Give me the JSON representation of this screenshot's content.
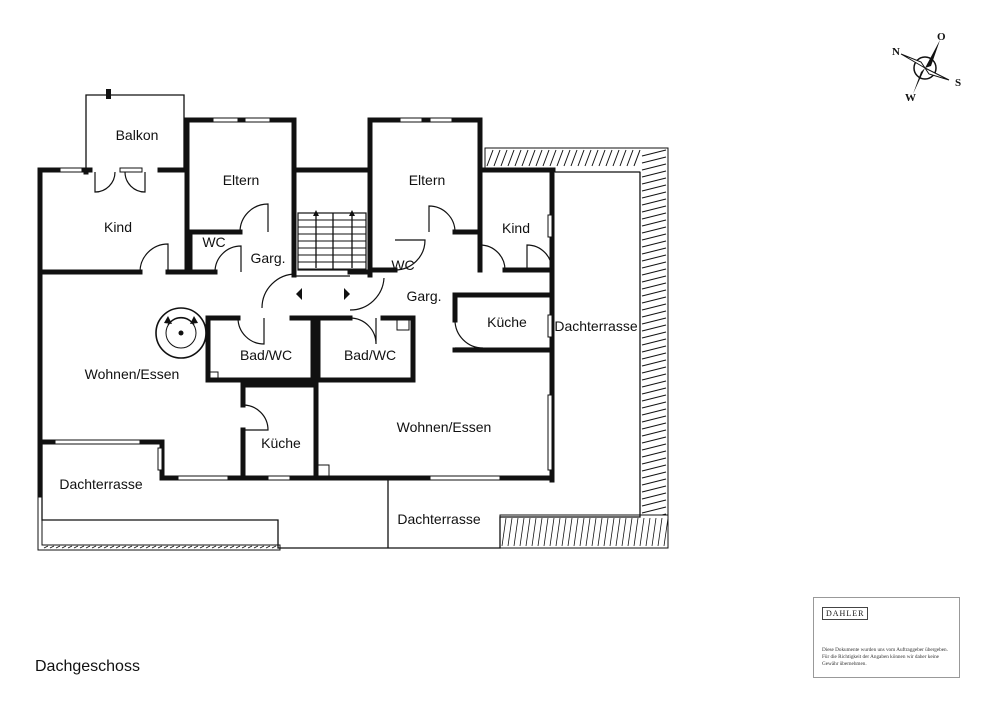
{
  "floor_title": "Dachgeschoss",
  "rooms": {
    "balkon": "Balkon",
    "kind_left": "Kind",
    "eltern_left": "Eltern",
    "wc_left": "WC",
    "garg_left": "Garg.",
    "eltern_right": "Eltern",
    "kind_right": "Kind",
    "wc_right": "WC",
    "garg_right": "Garg.",
    "kueche_right": "Küche",
    "dachterrasse_right": "Dachterrasse",
    "bad_left": "Bad/WC",
    "bad_right": "Bad/WC",
    "wohnen_left": "Wohnen/Essen",
    "wohnen_right": "Wohnen/Essen",
    "kueche_left": "Küche",
    "dachterrasse_left": "Dachterrasse",
    "dachterrasse_bottom": "Dachterrasse"
  },
  "compass": {
    "n": "N",
    "o": "O",
    "s": "S",
    "w": "W"
  },
  "disclaimer": {
    "brand": "DAHLER",
    "text": "Diese Dokumente wurden uns vom Auftraggeber übergeben. Für die Richtigkeit der Angaben können wir daher keine Gewähr übernehmen."
  }
}
